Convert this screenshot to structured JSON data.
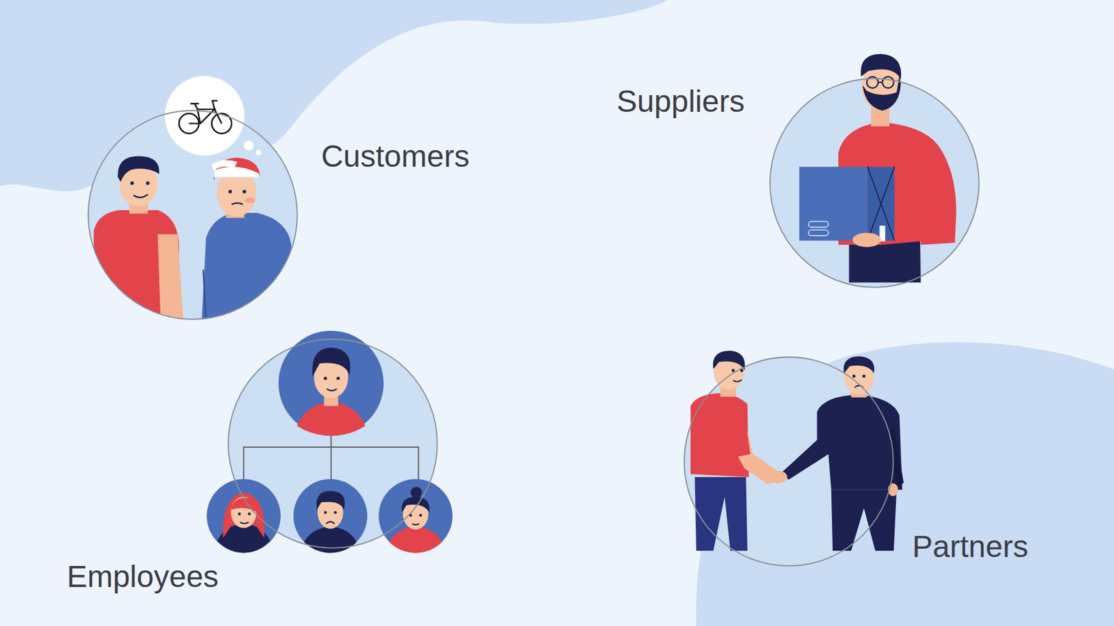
{
  "diagram": {
    "nodes": [
      {
        "text": [
          "Customers"
        ]
      },
      {
        "text": [
          "Suppliers"
        ]
      },
      {
        "text": [
          "Employees"
        ]
      },
      {
        "text": [
          "Partners"
        ]
      }
    ]
  }
}
